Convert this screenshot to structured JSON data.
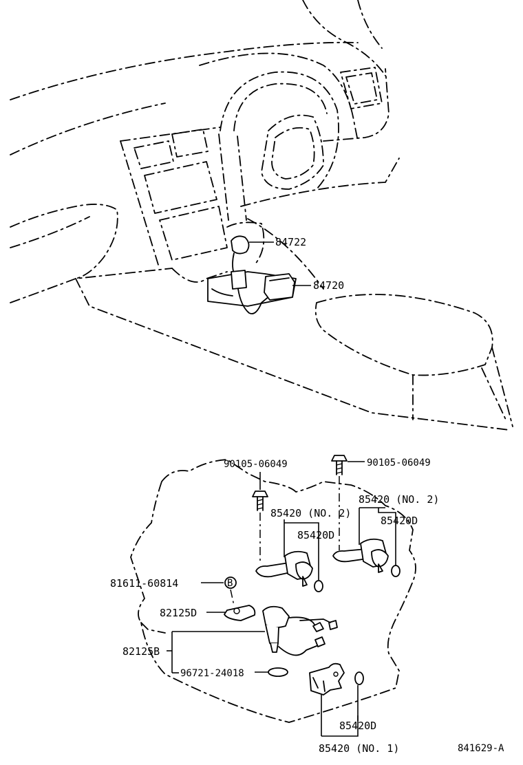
{
  "diagram_id": "841629-A",
  "callouts": {
    "top": [
      "84722",
      "84720"
    ],
    "bolt_left": "90105-06049",
    "bolt_right": "90105-06049",
    "solenoid_no2_left": "85420 (NO. 2)",
    "solenoid_no2_right": "85420 (NO. 2)",
    "oring_left": "85420D",
    "oring_right": "85420D",
    "sensor_bolt": "81611-60814",
    "bolt_marker": "B",
    "gasket": "82125D",
    "harness": "82125B",
    "grommet": "96721-24018",
    "solenoid_no1_oring": "85420D",
    "solenoid_no1": "85420 (NO. 1)"
  }
}
